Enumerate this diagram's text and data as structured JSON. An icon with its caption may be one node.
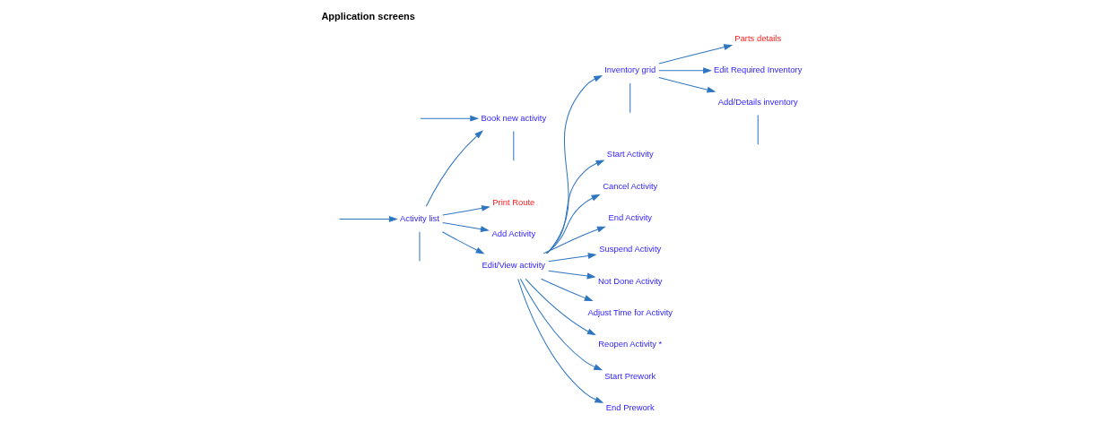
{
  "diagram": {
    "title": "Application screens",
    "nodes": [
      {
        "text": [
          "Activity list"
        ]
      },
      {
        "text": [
          "Print Route"
        ]
      },
      {
        "text": [
          "Add Activity"
        ]
      },
      {
        "text": [
          "Book new activity"
        ]
      },
      {
        "text": [
          "Edit/View activity"
        ]
      },
      {
        "text": [
          "Inventory grid"
        ]
      },
      {
        "text": [
          "Start Activity"
        ]
      },
      {
        "text": [
          "Cancel Activity"
        ]
      },
      {
        "text": [
          "End Activity"
        ]
      },
      {
        "text": [
          "Suspend Activity"
        ]
      },
      {
        "text": [
          "Not Done Activity"
        ]
      },
      {
        "text": [
          "Adjust Time for Activity"
        ]
      },
      {
        "text": [
          "Reopen Activity *"
        ]
      },
      {
        "text": [
          "Start Prework"
        ]
      },
      {
        "text": [
          "End Prework"
        ]
      },
      {
        "text": [
          "Parts details"
        ]
      },
      {
        "text": [
          "Edit Required Inventory"
        ]
      },
      {
        "text": [
          "Add/Details inventory"
        ]
      }
    ],
    "edges": [
      {
        "from": null,
        "to": 0,
        "arrow": "to"
      },
      {
        "from": 0,
        "to": 1,
        "arrow": "to"
      },
      {
        "from": 0,
        "to": 2,
        "arrow": "to"
      },
      {
        "from": 0,
        "to": 3,
        "arrow": "to"
      },
      {
        "from": 0,
        "to": 4,
        "arrow": "to"
      },
      {
        "from": 0,
        "to": null,
        "arrow": "none"
      },
      {
        "from": null,
        "to": 3,
        "arrow": "to"
      },
      {
        "from": 3,
        "to": null,
        "arrow": "none"
      },
      {
        "from": 4,
        "to": 5,
        "arrow": "to"
      },
      {
        "from": 4,
        "to": 6,
        "arrow": "to"
      },
      {
        "from": 4,
        "to": 7,
        "arrow": "to"
      },
      {
        "from": 4,
        "to": 8,
        "arrow": "to"
      },
      {
        "from": 4,
        "to": 9,
        "arrow": "to"
      },
      {
        "from": 4,
        "to": 10,
        "arrow": "to"
      },
      {
        "from": 4,
        "to": 11,
        "arrow": "to"
      },
      {
        "from": 4,
        "to": 12,
        "arrow": "to"
      },
      {
        "from": 4,
        "to": 13,
        "arrow": "to"
      },
      {
        "from": 4,
        "to": 14,
        "arrow": "to"
      },
      {
        "from": 5,
        "to": 15,
        "arrow": "to"
      },
      {
        "from": 5,
        "to": 16,
        "arrow": "to"
      },
      {
        "from": 5,
        "to": 17,
        "arrow": "to"
      },
      {
        "from": 5,
        "to": null,
        "arrow": "none"
      },
      {
        "from": 17,
        "to": null,
        "arrow": "none"
      }
    ]
  }
}
